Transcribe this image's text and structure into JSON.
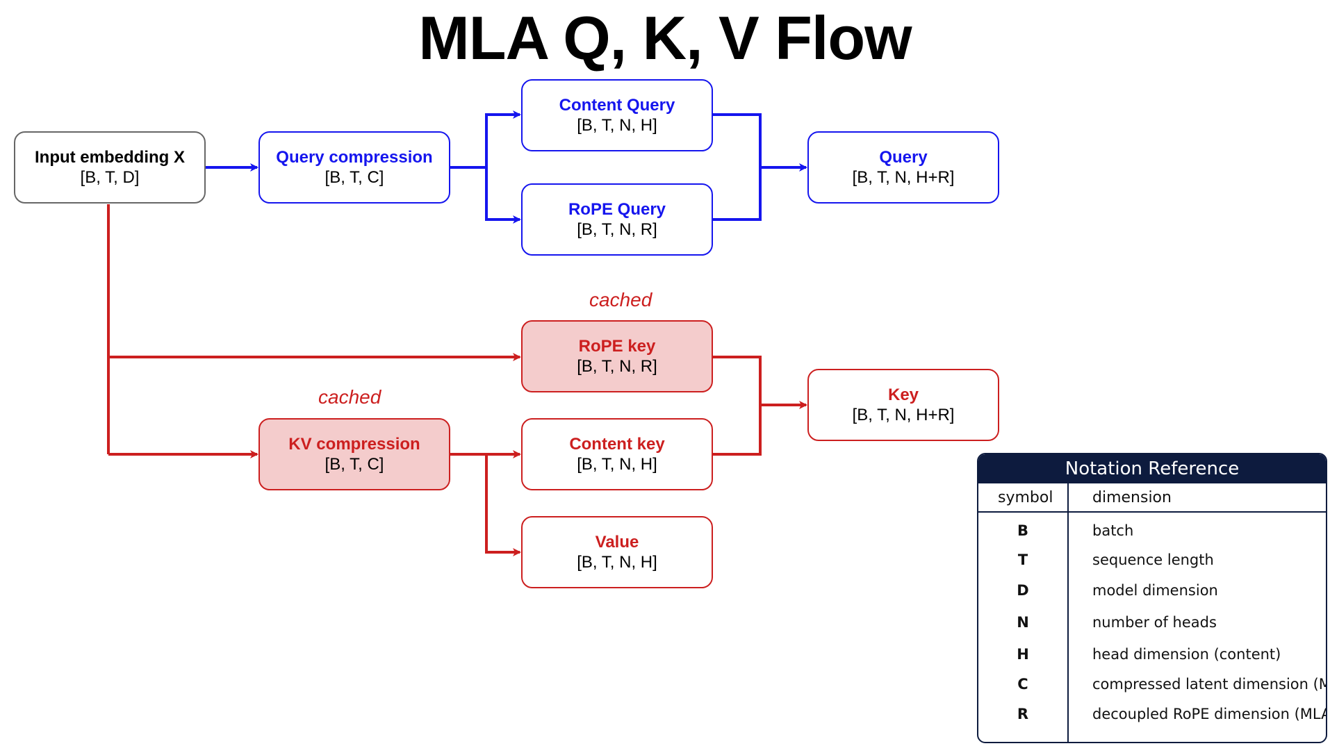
{
  "title": "MLA Q, K, V Flow",
  "nodes": {
    "input": {
      "name": "Input embedding X",
      "dims": "[B, T, D]"
    },
    "query_compression": {
      "name": "Query compression",
      "dims": "[B, T, C]"
    },
    "content_query": {
      "name": "Content Query",
      "dims": "[B, T, N, H]"
    },
    "rope_query": {
      "name": "RoPE Query",
      "dims": "[B, T, N, R]"
    },
    "query": {
      "name": "Query",
      "dims": "[B, T, N, H+R]"
    },
    "rope_key": {
      "name": "RoPE key",
      "dims": "[B, T, N, R]"
    },
    "kv_compression": {
      "name": "KV compression",
      "dims": "[B, T, C]"
    },
    "content_key": {
      "name": "Content key",
      "dims": "[B, T, N, H]"
    },
    "value": {
      "name": "Value",
      "dims": "[B, T, N, H]"
    },
    "key": {
      "name": "Key",
      "dims": "[B, T, N, H+R]"
    }
  },
  "annotations": {
    "cached_rope_key": "cached",
    "cached_kv_compression": "cached"
  },
  "legend": {
    "title": "Notation Reference",
    "col_symbol": "symbol",
    "col_dimension": "dimension",
    "rows": [
      {
        "symbol": "B",
        "dimension": "batch"
      },
      {
        "symbol": "T",
        "dimension": "sequence length"
      },
      {
        "symbol": "D",
        "dimension": "model dimension"
      },
      {
        "symbol": "N",
        "dimension": "number of heads"
      },
      {
        "symbol": "H",
        "dimension": "head dimension (content)"
      },
      {
        "symbol": "C",
        "dimension": "compressed latent dimension (MLA)"
      },
      {
        "symbol": "R",
        "dimension": "decoupled RoPE dimension (MLA)"
      }
    ]
  },
  "colors": {
    "query_path": "#1515ee",
    "key_value_path": "#cc1f1f",
    "cached_fill": "#f4cccc",
    "legend_header": "#0d1b3e"
  }
}
